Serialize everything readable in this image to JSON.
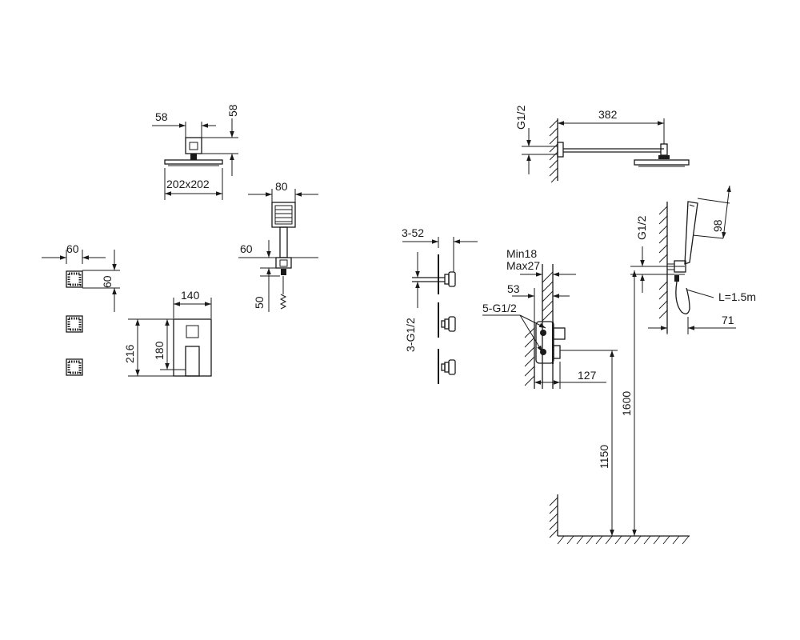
{
  "dims": {
    "head_width": "58",
    "head_height": "58",
    "head_size": "202x202",
    "hand_width": "80",
    "hand_offset": "60",
    "hand_holder": "50",
    "jet_width": "60",
    "jet_height": "60",
    "plate_width": "140",
    "plate_height_outer": "216",
    "plate_height_inner": "180",
    "arm_thread": "G1/2",
    "arm_length": "382",
    "jets_spacing": "3-52",
    "jets_thread": "3-G1/2",
    "wall_min": "Min18",
    "wall_max": "Max27",
    "valve_depth": "53",
    "valve_outlets": "5-G1/2",
    "valve_projection": "127",
    "valve_height": "1150",
    "arm_height": "1600",
    "hose_thread": "G1/2",
    "holder_size": "98",
    "hose_length": "L=1.5m",
    "holder_projection": "71"
  }
}
